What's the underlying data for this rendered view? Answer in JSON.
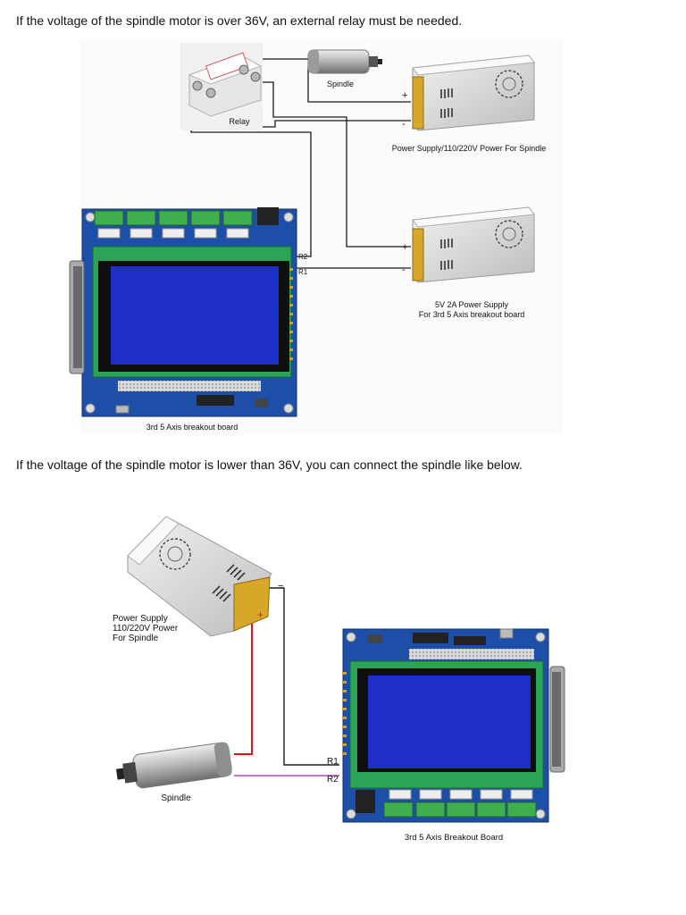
{
  "top": {
    "caption": "If the voltage of the spindle motor is over 36V, an external relay must be needed.",
    "spindle_label": "Spindle",
    "relay_label": "Relay",
    "psu_spindle_label": "Power Supply/110/220V Power For Spindle",
    "psu_5v_label_1": "5V 2A Power Supply",
    "psu_5v_label_2": "For 3rd 5 Axis breakout board",
    "board_label": "3rd 5 Axis breakout board",
    "r1": "R1",
    "r2": "R2",
    "plus": "+",
    "minus": "-"
  },
  "bottom": {
    "caption": "If the voltage of the spindle motor is lower than 36V, you can connect the spindle like below.",
    "psu_label_1": "Power Supply",
    "psu_label_2": "110/220V Power",
    "psu_label_3": "For Spindle",
    "spindle_label": "Spindle",
    "board_label": "3rd 5 Axis Breakout Board",
    "r1": "R1",
    "r2": "R2",
    "plus": "+",
    "minus": "−"
  },
  "colors": {
    "wire_black": "#1a1a1a",
    "wire_red": "#e11515",
    "wire_magenta": "#c040c8",
    "pcb_green": "#2ba45a",
    "pcb_blue": "#1e4fa8",
    "lcd_blue": "#1e2fc8",
    "terminal_green": "#3fae4e"
  }
}
